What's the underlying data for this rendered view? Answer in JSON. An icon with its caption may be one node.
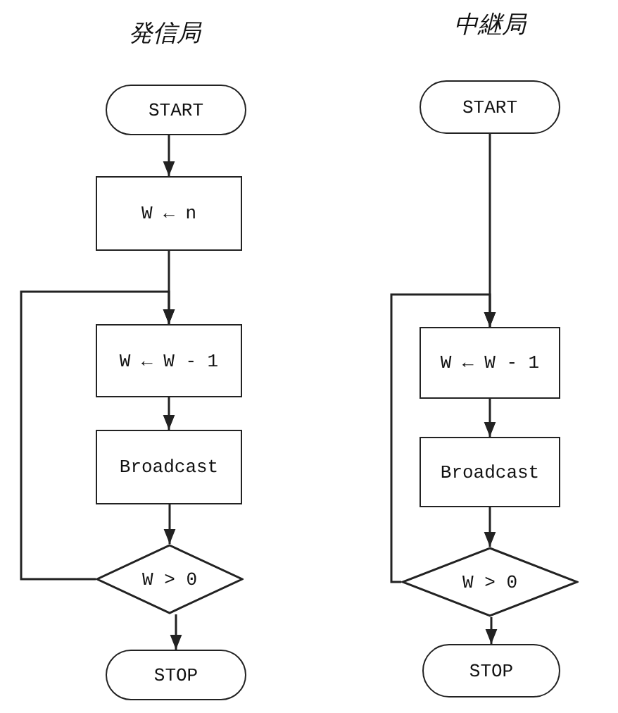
{
  "diagram": {
    "nodes": [
      {
        "text": [
          "START"
        ]
      },
      {
        "text": [
          "W ← n"
        ]
      },
      {
        "text": [
          "W ← W - 1"
        ]
      },
      {
        "text": [
          "Broadcast"
        ]
      },
      {
        "text": [
          "W > 0"
        ]
      },
      {
        "text": [
          "STOP"
        ]
      },
      {
        "text": [
          "START"
        ]
      },
      {
        "text": [
          "W ← W - 1"
        ]
      },
      {
        "text": [
          "Broadcast"
        ]
      },
      {
        "text": [
          "W > 0"
        ]
      },
      {
        "text": [
          "STOP"
        ]
      }
    ],
    "edges": [
      {
        "from": 0,
        "to": 1,
        "arrow": "to"
      },
      {
        "from": 1,
        "to": 2,
        "arrow": "to"
      },
      {
        "from": 2,
        "to": 3,
        "arrow": "to"
      },
      {
        "from": 3,
        "to": 4,
        "arrow": "to"
      },
      {
        "from": 4,
        "to": 2,
        "arrow": "to"
      },
      {
        "from": 4,
        "to": 5,
        "arrow": "to"
      },
      {
        "from": 6,
        "to": 7,
        "arrow": "to"
      },
      {
        "from": 7,
        "to": 8,
        "arrow": "to"
      },
      {
        "from": 8,
        "to": 9,
        "arrow": "to"
      },
      {
        "from": 9,
        "to": 7,
        "arrow": "to"
      },
      {
        "from": 9,
        "to": 10,
        "arrow": "to"
      }
    ],
    "labels": [
      "発信局",
      "中継局"
    ]
  }
}
